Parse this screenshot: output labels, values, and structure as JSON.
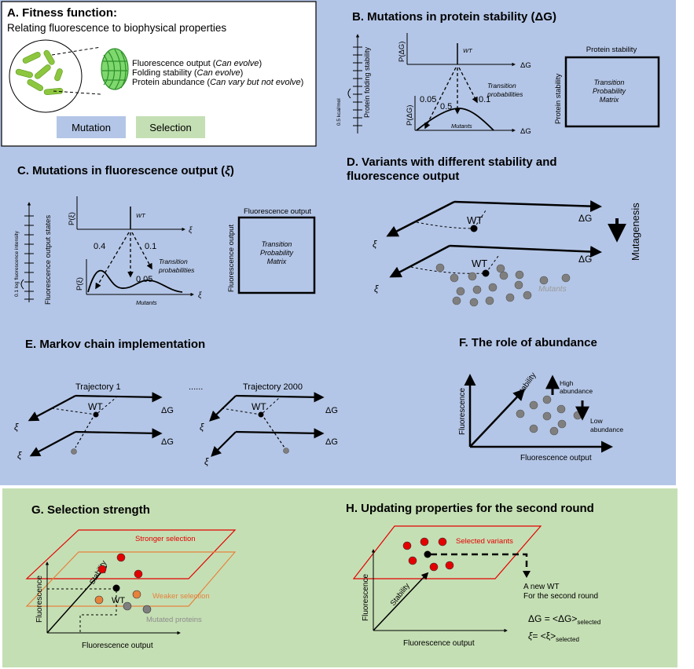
{
  "panel_a": {
    "title": "A. Fitness function:",
    "subtitle": "Relating fluorescence to biophysical properties",
    "props": [
      {
        "name": "Fluorescence output (",
        "note": "Can evolve",
        "close": ")"
      },
      {
        "name": "Folding stability (",
        "note": "Can evolve",
        "close": ")"
      },
      {
        "name": "Protein abundance (",
        "note": "Can vary but not evolve",
        "close": ")"
      }
    ],
    "legend_mutation": "Mutation",
    "legend_selection": "Selection"
  },
  "panel_b": {
    "title": "B. Mutations in protein stability (ΔG)",
    "axis_y": "Protein folding stability",
    "scale": "0.5 kcal/mol",
    "p_dg": "P(ΔG)",
    "dg": "ΔG",
    "wt": "WT",
    "p_left": "0.05",
    "p_mid": "0.5",
    "p_right": "0.1",
    "transition": "Transition probabilities",
    "mutants": "Mutants",
    "matrix_top": "Protein stability",
    "matrix_side": "Protein stability",
    "matrix_text": [
      "Transition",
      "Probability",
      "Matrix"
    ]
  },
  "panel_c": {
    "title": "C. Mutations in fluorescence output (",
    "title_sym": "ξ",
    "title_end": ")",
    "axis_y": "Fluorescence output states",
    "scale": "0.1 log fluorescence intensity",
    "p_xi": "P(ξ)",
    "xi": "ξ",
    "wt": "WT",
    "p_left": "0.4",
    "p_mid": "0.05",
    "p_right": "0.1",
    "transition": "Transition probabilities",
    "mutants": "Mutants",
    "matrix_top": "Fluorescence output",
    "matrix_side": "Fluorescence output",
    "matrix_text": [
      "Transition",
      "Probability",
      "Matrix"
    ]
  },
  "panel_d": {
    "title_1": "D. Variants with different stability and",
    "title_2": "fluorescence output",
    "dg": "ΔG",
    "xi": "ξ",
    "wt": "WT",
    "mutagenesis": "Mutagenesis",
    "mutants": "Mutants"
  },
  "panel_e": {
    "title": "E. Markov chain implementation",
    "traj1": "Trajectory 1",
    "dots": "......",
    "traj2": "Trajectory 2000",
    "wt": "WT",
    "dg": "ΔG",
    "xi": "ξ"
  },
  "panel_f": {
    "title": "F. The role of abundance",
    "y": "Fluorescence",
    "diag": "Stability",
    "x": "Fluorescence output",
    "high": [
      "High",
      "abundance"
    ],
    "low": [
      "Low",
      "abundance"
    ]
  },
  "panel_g": {
    "title": "G. Selection strength",
    "stronger": "Stronger selection",
    "weaker": "Weaker selection",
    "mutated": "Mutated proteins",
    "wt": "WT",
    "y": "Fluorescence",
    "diag": "Stability",
    "x": "Fluorescence output"
  },
  "panel_h": {
    "title": "H. Updating properties for the second round",
    "selected": "Selected variants",
    "new_wt_1": "A new WT",
    "new_wt_2": "For the second round",
    "dg": "ΔG",
    "eq1": " = <ΔG>",
    "xi": "ξ",
    "eq2": "= <ξ>",
    "sub": "selected",
    "y": "Fluorescence",
    "diag": "Stability",
    "x": "Fluorescence output"
  },
  "colors": {
    "blue_panel": "#b4c6e7",
    "green_panel": "#c5dfb4",
    "mutation_box": "#b4c6e7",
    "selection_box": "#c5dfb4",
    "red": "#e40000",
    "orange": "#e6823c",
    "grey": "#7f7f7f",
    "gfp_green": "#3fb53a"
  }
}
